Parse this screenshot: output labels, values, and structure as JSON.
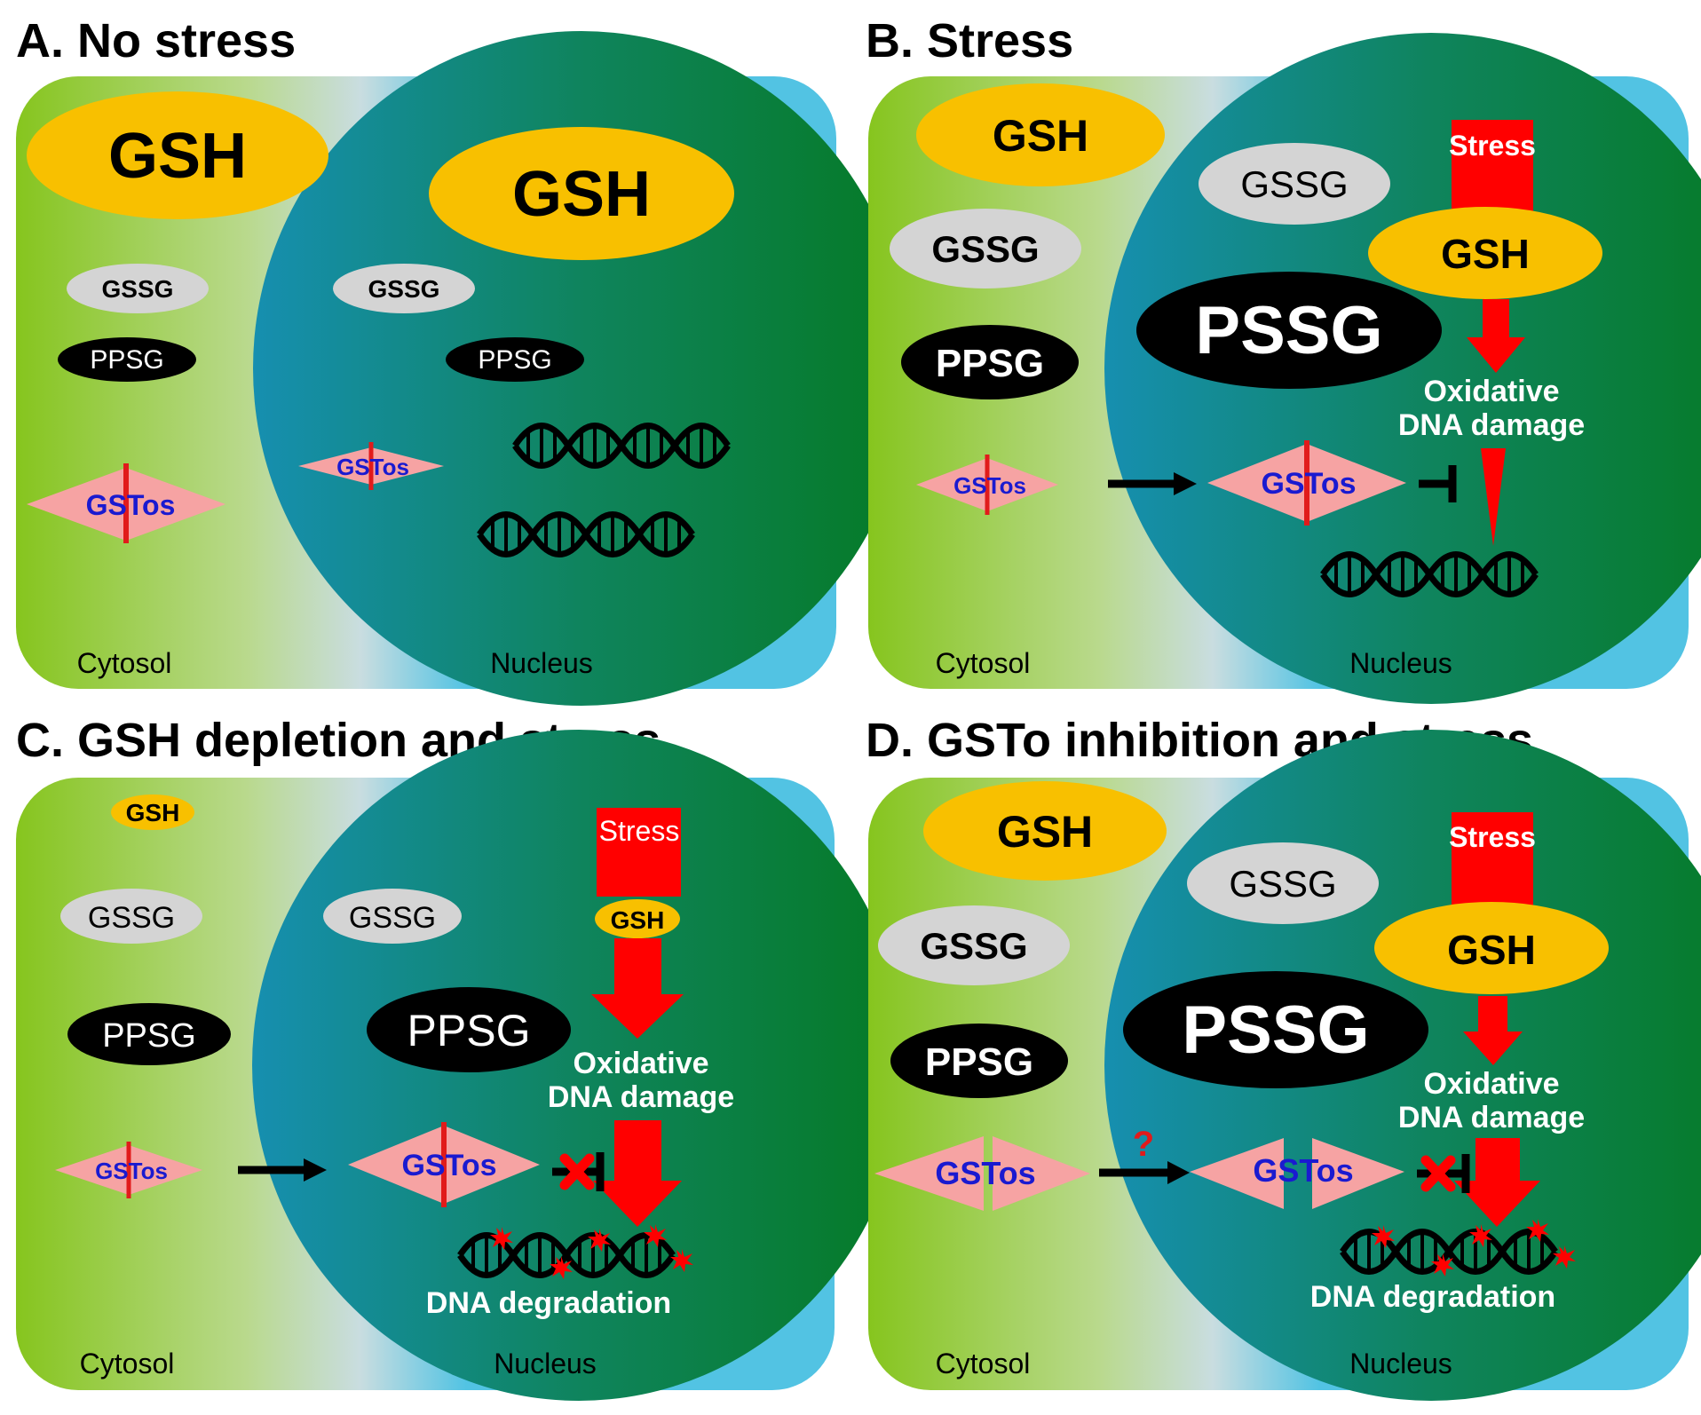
{
  "colors": {
    "cytosol_green": "#86c51e",
    "cytosol_light": "#c8e0a8",
    "background_blue": "#52c3e3",
    "nucleus_blue": "#168fb0",
    "nucleus_green": "#077a2c",
    "gsh": "#f8c000",
    "gssg": "#d4d4d4",
    "black": "#000000",
    "gstos_fill": "#f6a3a3",
    "gstos_text": "#1a1ad0",
    "gstos_bar": "#e11b1b",
    "stress_red": "#ff0000"
  },
  "panels": {
    "a": {
      "title": "A. No stress",
      "gsh_cyto": "GSH",
      "gsh_nuc": "GSH",
      "gssg_cyto": "GSSG",
      "gssg_nuc": "GSSG",
      "ppsg_cyto": "PPSG",
      "ppsg_nuc": "PPSG",
      "gstos_cyto": "GSTos",
      "gstos_nuc": "GSTos",
      "cytosol": "Cytosol",
      "nucleus": "Nucleus"
    },
    "b": {
      "title": "B. Stress",
      "gsh_cyto": "GSH",
      "gssg_cyto": "GSSG",
      "ppsg_cyto": "PPSG",
      "gstos_cyto": "GSTos",
      "gssg_nuc": "GSSG",
      "pssg_nuc": "PSSG",
      "stress": "Stress",
      "gsh_nuc": "GSH",
      "oxidative_1": "Oxidative",
      "oxidative_2": "DNA damage",
      "gstos_nuc": "GSTos",
      "cytosol": "Cytosol",
      "nucleus": "Nucleus"
    },
    "c": {
      "title": "C. GSH depletion and stress",
      "gsh_cyto": "GSH",
      "gssg_cyto": "GSSG",
      "ppsg_cyto": "PPSG",
      "gstos_cyto": "GSTos",
      "gssg_nuc": "GSSG",
      "ppsg_nuc": "PPSG",
      "stress": "Stress",
      "gsh_nuc": "GSH",
      "oxidative_1": "Oxidative",
      "oxidative_2": "DNA damage",
      "gstos_nuc": "GSTos",
      "degradation": "DNA degradation",
      "cytosol": "Cytosol",
      "nucleus": "Nucleus"
    },
    "d": {
      "title": "D. GSTo inhibition and stress",
      "gsh_cyto": "GSH",
      "gssg_cyto": "GSSG",
      "ppsg_cyto": "PPSG",
      "gstos_cyto": "GSTos",
      "question": "?",
      "gssg_nuc": "GSSG",
      "pssg_nuc": "PSSG",
      "stress": "Stress",
      "gsh_nuc": "GSH",
      "oxidative_1": "Oxidative",
      "oxidative_2": "DNA damage",
      "gstos_nuc": "GSTos",
      "degradation": "DNA degradation",
      "cytosol": "Cytosol",
      "nucleus": "Nucleus"
    }
  }
}
